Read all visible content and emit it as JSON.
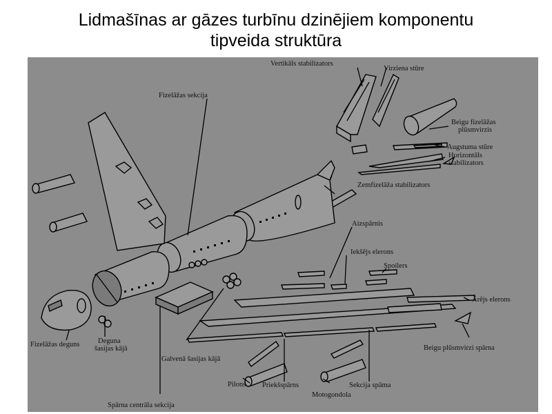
{
  "title": {
    "line1": "Lidmašīnas ar gāzes turbīnu dzinējiem komponentu",
    "line2": "tipveida struktūra"
  },
  "colors": {
    "panel_background": "#8c8c8c",
    "slide_background": "#ffffff",
    "line": "#000000"
  },
  "labels": {
    "vertikals_stabilizators": "Vertikāls stabilizators",
    "virziena_sture": "Virziena stūre",
    "fizelazas_sekcija": "Fizelāžas sekcija",
    "beigu_fizelazas_plusmvirzis_1": "Beigu fizelāžas",
    "beigu_fizelazas_plusmvirzis_2": "plūsmvirzis",
    "augstuma_sture": "Augstuma stūre",
    "horizontals_stabilizators_1": "Horizontāls",
    "horizontals_stabilizators_2": "stabilizators",
    "zemfizelaza_stabilizators": "Zemfizelāža stabilizators",
    "aizsparnis": "Aizspārnis",
    "ieksejs_elerons": "Iekšējs elerons",
    "spoilers": "Spoilers",
    "arejs_elerons": "Ārējs elerons",
    "fizelazas_deguns": "Fizelāžas deguns",
    "deguna_sasijas_kaja_1": "Deguna",
    "deguna_sasijas_kaja_2": "šasijas kājā",
    "galvena_sasijas_kaja": "Galvenā šasijas kājā",
    "beigu_plusmvirzi_sparna": "Beigu plūsmvirzi spārna",
    "pilons": "Pilons",
    "priekssparns": "Priekšspārns",
    "sekcija_spama": "Sekcija spāma",
    "motogondola": "Motogondola",
    "sparna_centrala_sekcija": "Spārna centrāla sekcija"
  }
}
